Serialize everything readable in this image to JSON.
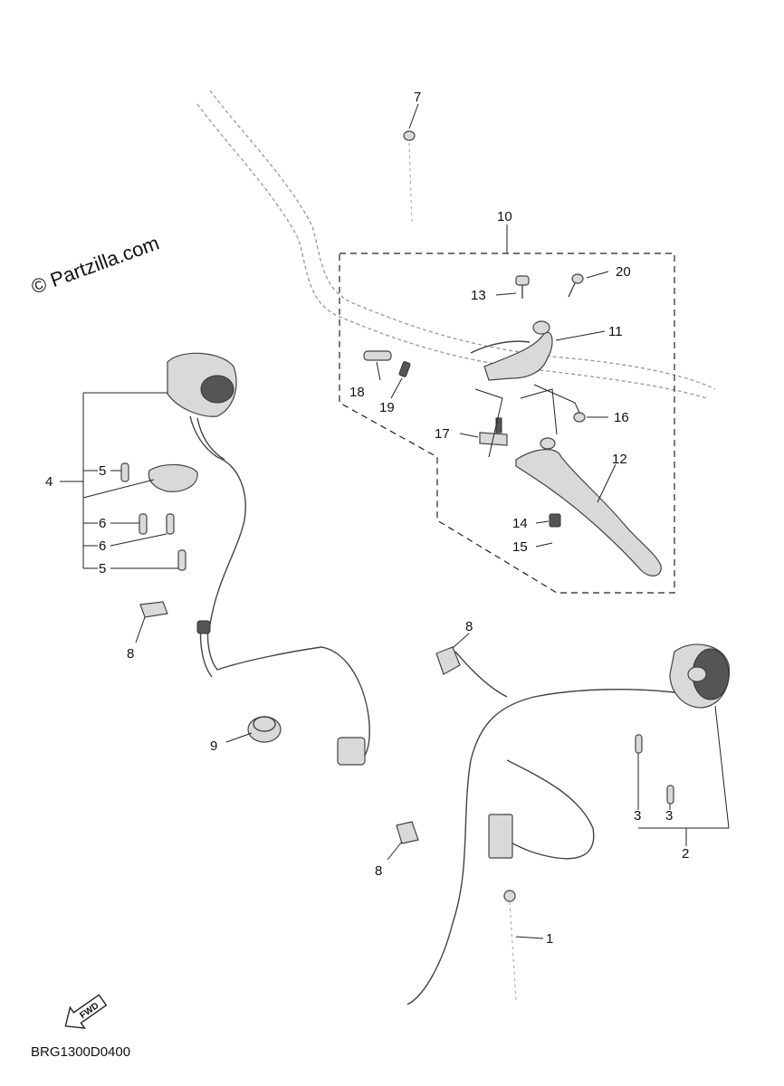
{
  "watermark": "© Partzilla.com",
  "diagram_code": "BRG1300D0400",
  "fwd_label": "FWD",
  "callouts": {
    "c1": "1",
    "c2": "2",
    "c3a": "3",
    "c3b": "3",
    "c4": "4",
    "c5a": "5",
    "c5b": "5",
    "c6a": "6",
    "c6b": "6",
    "c7": "7",
    "c8a": "8",
    "c8b": "8",
    "c8c": "8",
    "c9": "9",
    "c10": "10",
    "c11": "11",
    "c12": "12",
    "c13": "13",
    "c14": "14",
    "c15": "15",
    "c16": "16",
    "c17": "17",
    "c18": "18",
    "c19": "19",
    "c20": "20"
  }
}
